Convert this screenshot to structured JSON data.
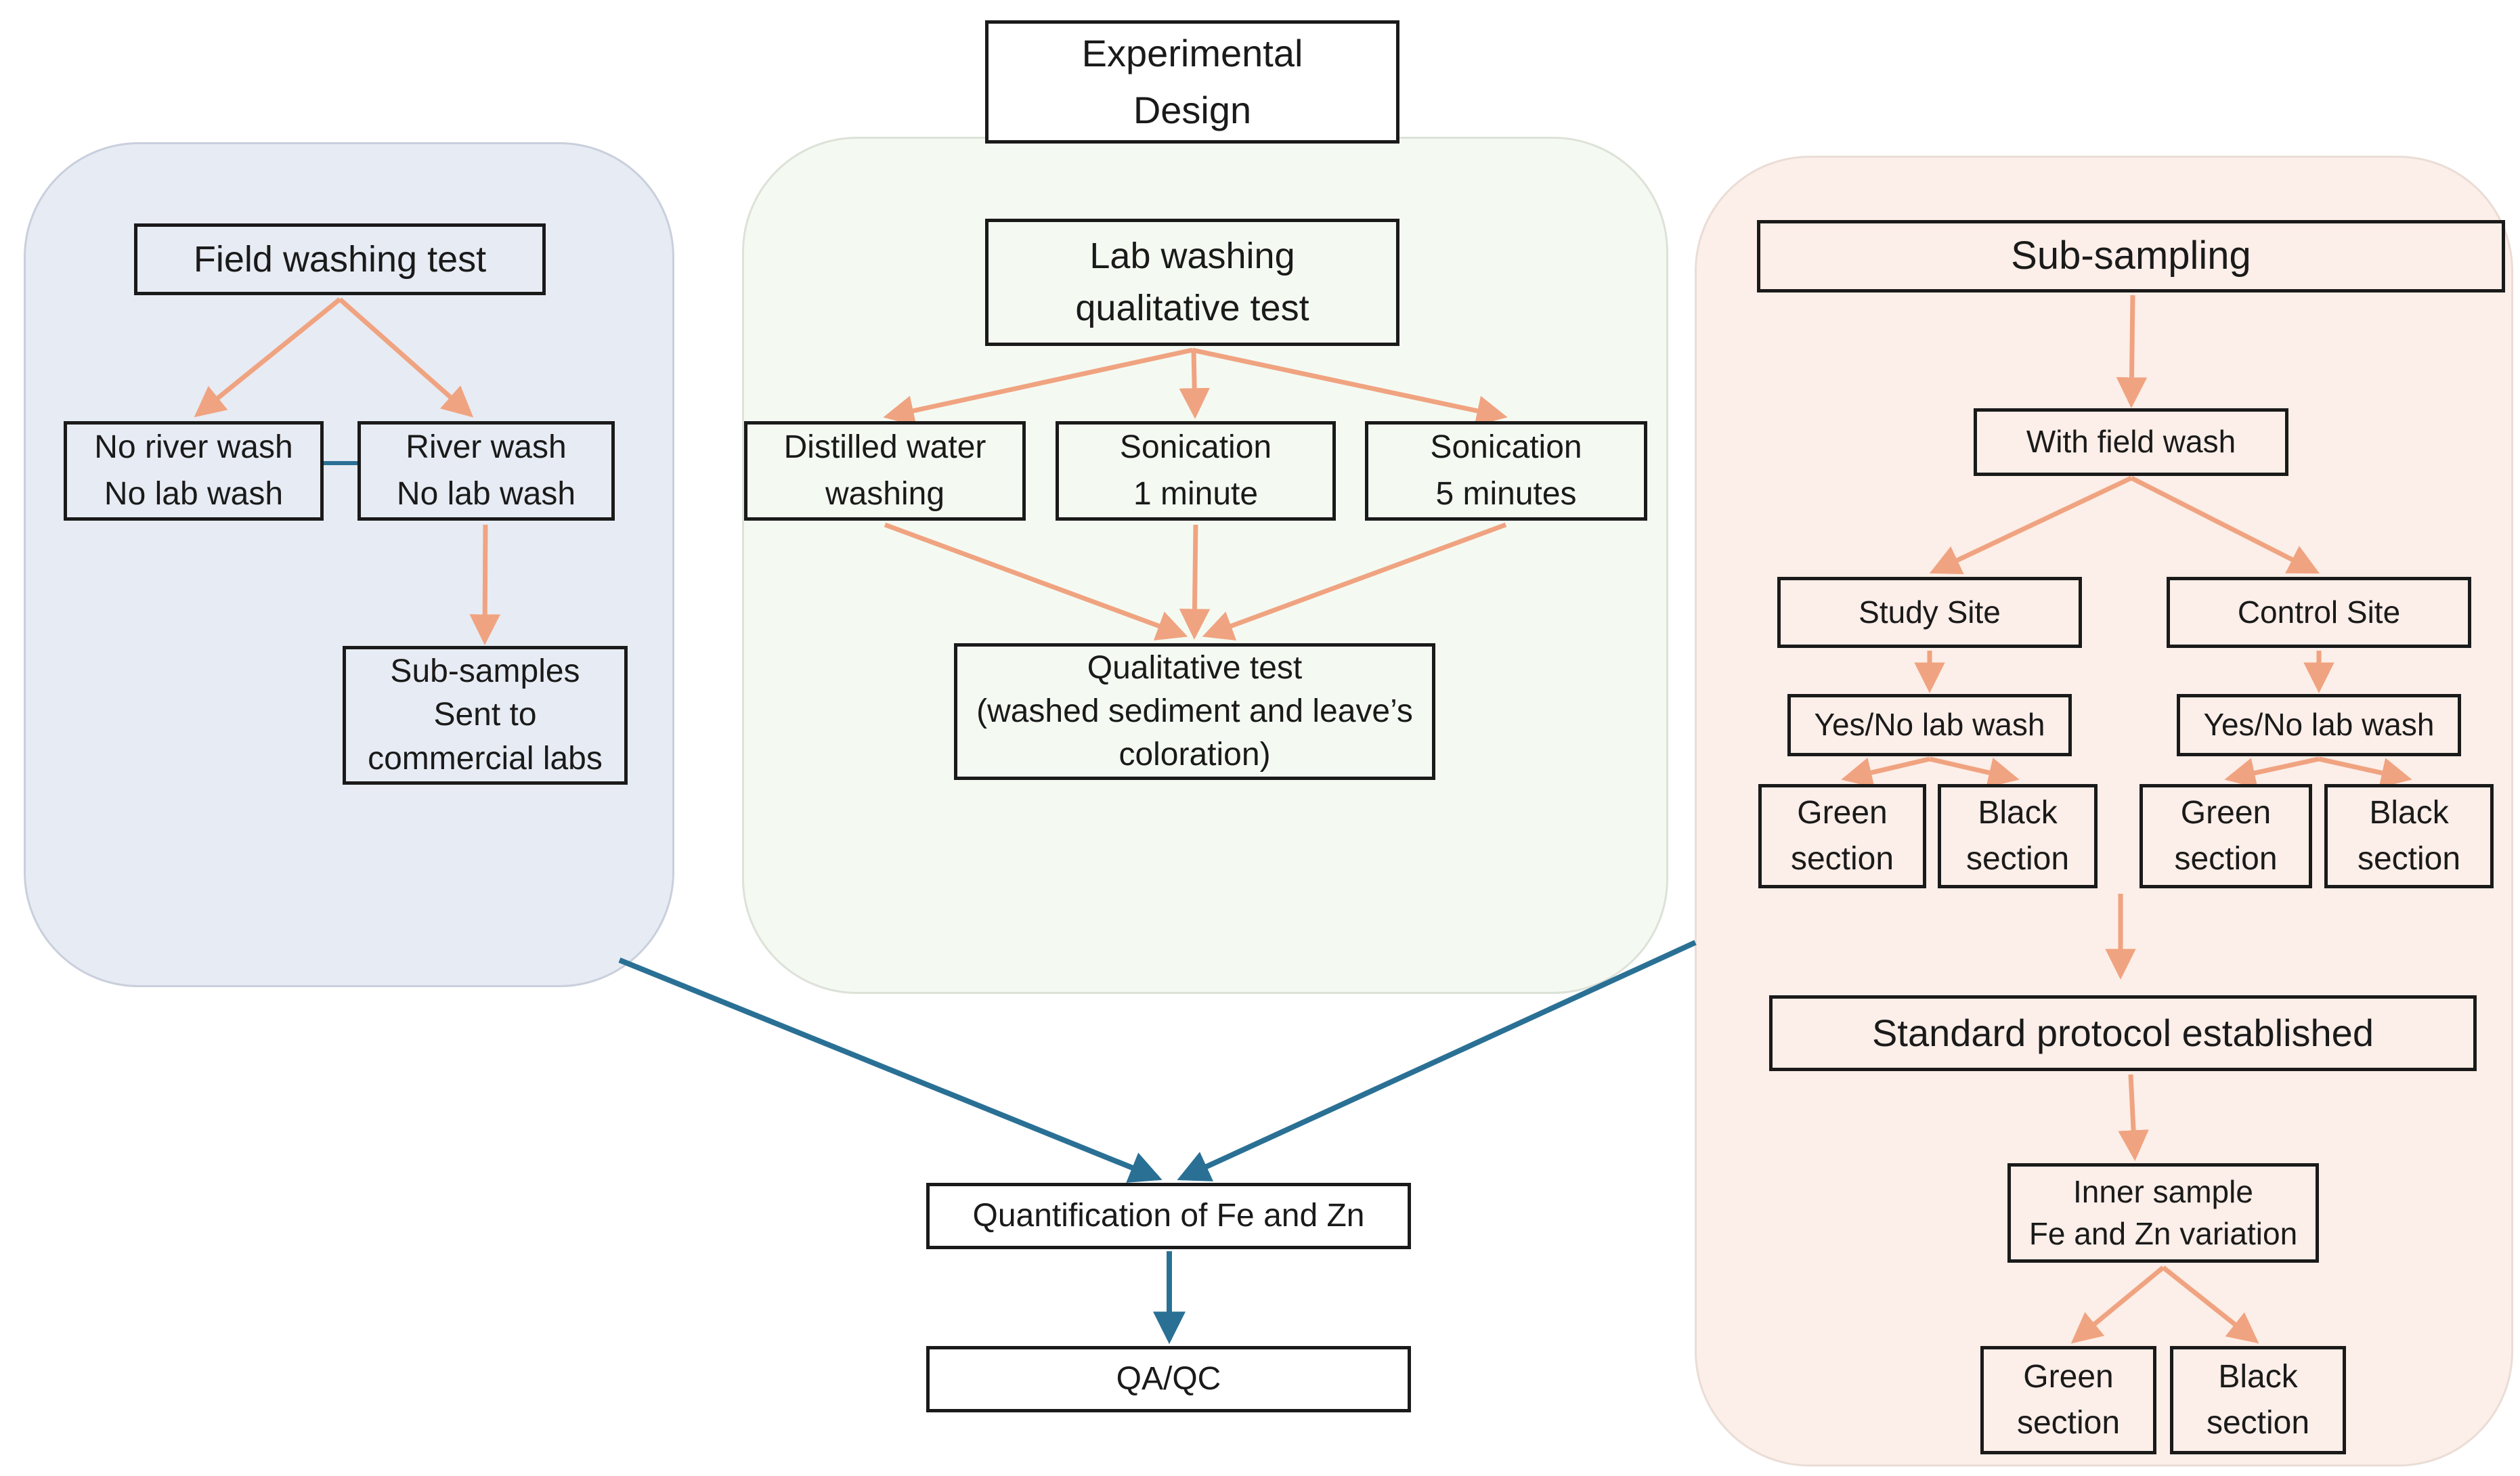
{
  "diagram": {
    "title": "Experimental\nDesign"
  },
  "colors": {
    "arrow_salmon": "#f0a380",
    "arrow_blue": "#2a7095",
    "panel_left_bg": "#e7ebf3",
    "panel_middle_bg": "#f4faf2",
    "panel_right_bg": "#fceee8",
    "box_border": "#1a1a1a"
  },
  "panels": {
    "field_washing": {
      "header": "Field washing test",
      "no_river_wash": "No river wash\nNo lab wash",
      "river_wash": "River wash\nNo lab wash",
      "sub_samples": "Sub-samples\nSent to\ncommercial labs"
    },
    "lab_washing": {
      "header": "Lab washing\nqualitative test",
      "distilled": "Distilled water\nwashing",
      "sonication_1": "Sonication\n1 minute",
      "sonication_5": "Sonication\n5 minutes",
      "qualitative": "Qualitative test\n(washed sediment and leave’s\ncoloration)"
    },
    "sub_sampling": {
      "header": "Sub-sampling",
      "with_field_wash": "With field wash",
      "study_site": "Study Site",
      "control_site": "Control Site",
      "yes_no_study": "Yes/No lab wash",
      "yes_no_control": "Yes/No lab wash",
      "green_study": "Green\nsection",
      "black_study": "Black\nsection",
      "green_control": "Green\nsection",
      "black_control": "Black\nsection",
      "standard_protocol": "Standard protocol established",
      "inner_sample": "Inner sample\nFe and Zn variation",
      "green_inner": "Green\nsection",
      "black_inner": "Black\nsection"
    }
  },
  "outcome": {
    "quantification": "Quantification of Fe and Zn",
    "qa_qc": "QA/QC"
  }
}
